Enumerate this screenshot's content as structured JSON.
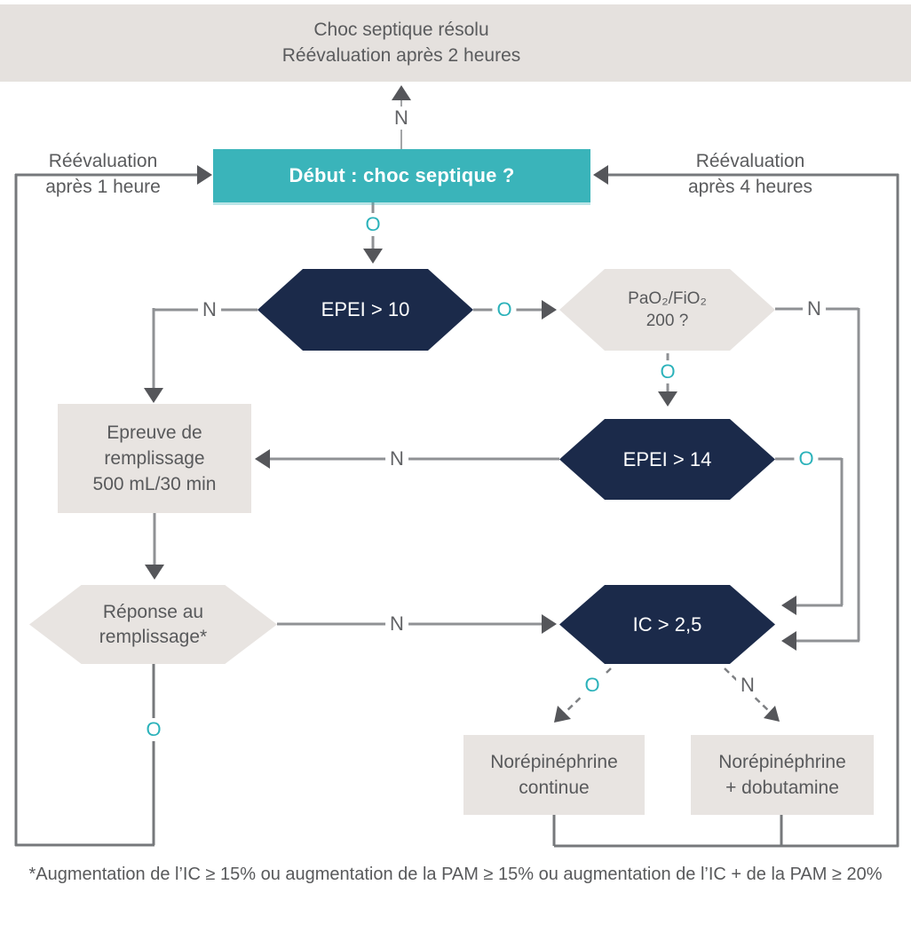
{
  "colors": {
    "teal": "#3ab4ba",
    "navy": "#1b2a4a",
    "node_fill": "#e8e4e1",
    "banner_fill": "#e5e1de",
    "text": "#58595b",
    "connector_line": "#8f9194",
    "loop_line": "#76787b",
    "arrowhead": "#55565a",
    "yes_label": "#2bb2ba",
    "no_label": "#626366"
  },
  "banner": {
    "line1": "Choc septique résolu",
    "line2": "Réévaluation après 2 heures"
  },
  "left_loop": {
    "line1": "Réévaluation",
    "line2": "après 1 heure"
  },
  "right_loop": {
    "line1": "Réévaluation",
    "line2": "après 4 heures"
  },
  "nodes": {
    "start": {
      "label": "Début : choc septique ?"
    },
    "epei10": {
      "label": "EPEI > 10"
    },
    "pao2": {
      "line1": "PaO₂/FiO₂",
      "line2": "200 ?"
    },
    "epei14": {
      "label": "EPEI > 14"
    },
    "epreuve": {
      "line1": "Epreuve de",
      "line2": "remplissage",
      "line3": "500 mL/30 min"
    },
    "reponse": {
      "line1": "Réponse au",
      "line2": "remplissage*"
    },
    "ic": {
      "label": "IC > 2,5"
    },
    "norepi_continue": {
      "line1": "Norépinéphrine",
      "line2": "continue"
    },
    "norepi_dobutamine": {
      "line1": "Norépinéphrine",
      "line2": "+ dobutamine"
    }
  },
  "branch_labels": {
    "start_to_banner": "N",
    "start_yes": "O",
    "epei10_no": "N",
    "epei10_yes": "O",
    "pao2_no": "N",
    "pao2_yes": "O",
    "epei14_no": "N",
    "epei14_yes": "O",
    "reponse_no": "N",
    "reponse_yes": "O",
    "ic_yes": "O",
    "ic_no": "N"
  },
  "footnote": "*Augmentation de l’IC ≥ 15% ou augmentation de la PAM ≥ 15% ou augmentation de l’IC + de la PAM ≥ 20%"
}
